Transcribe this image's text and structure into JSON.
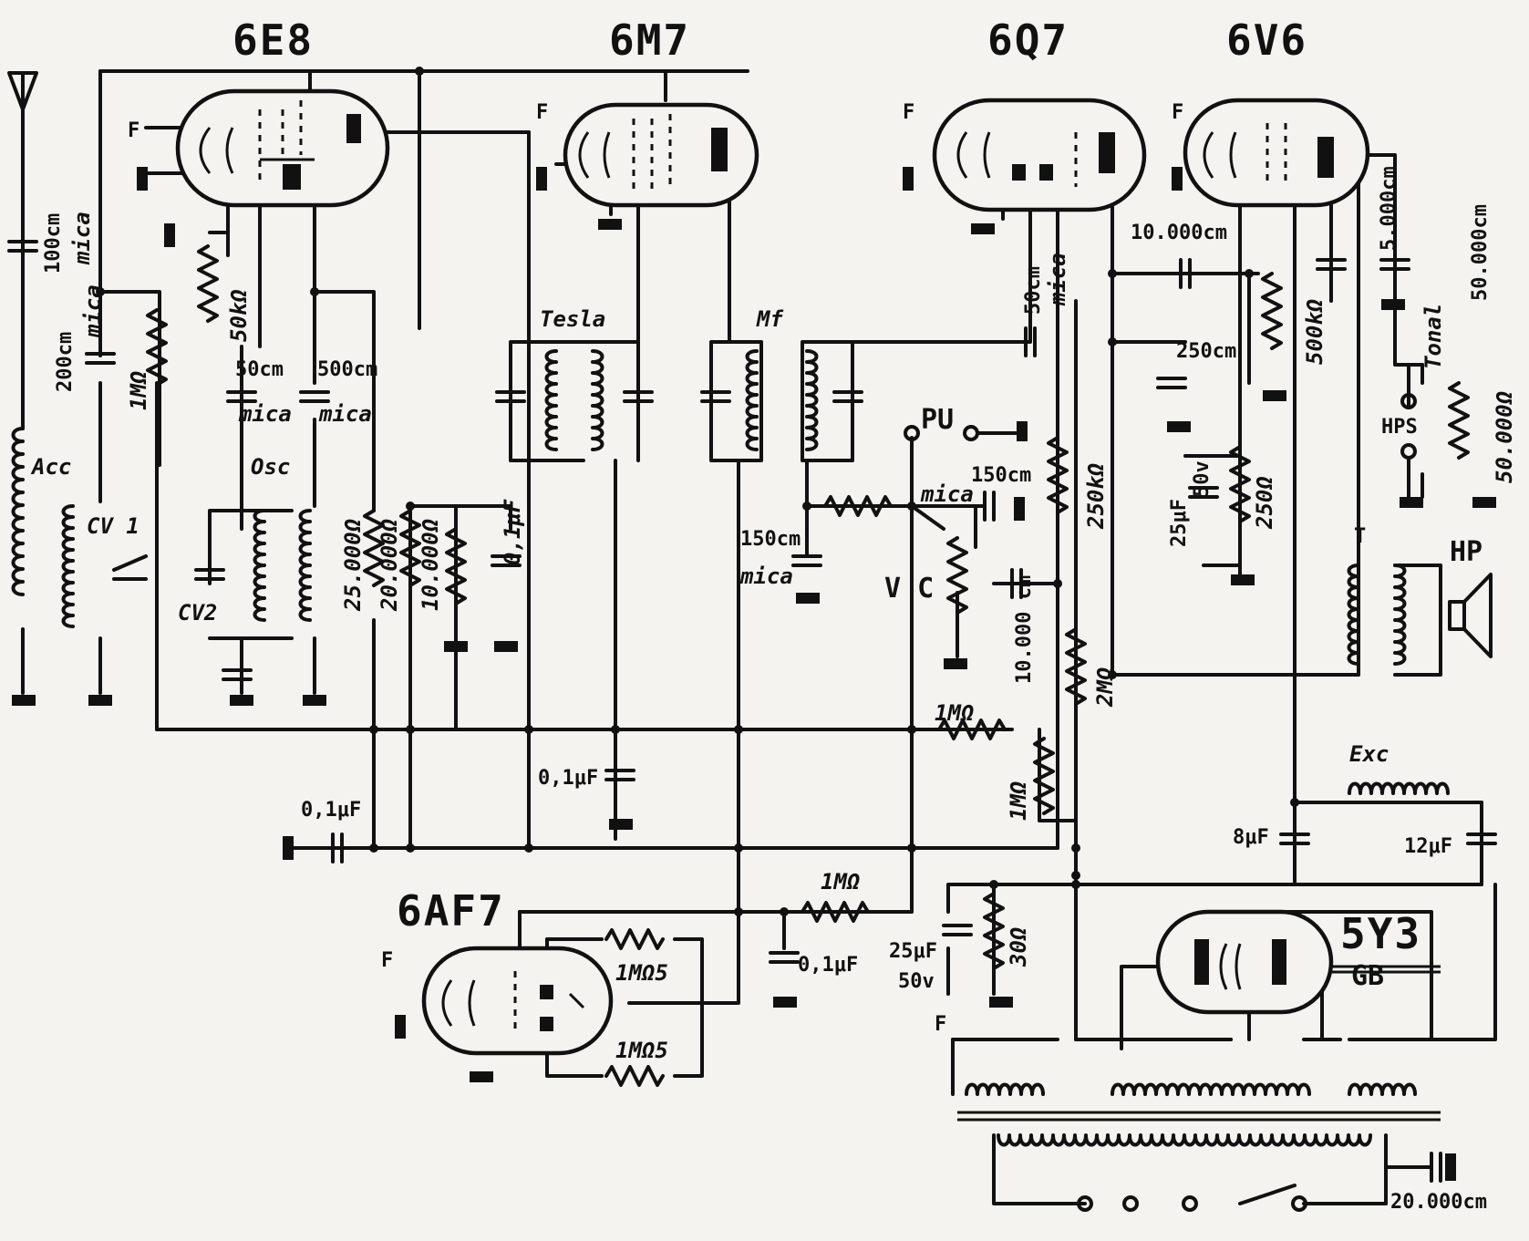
{
  "tubes": {
    "t1": "6E8",
    "t2": "6M7",
    "t3": "6Q7",
    "t4": "6V6",
    "t5": "6AF7",
    "t6": "5Y3",
    "t6b": "GB"
  },
  "labels": {
    "f": "F",
    "acc": "Acc",
    "cv1": "CV 1",
    "osc": "Osc",
    "cv2": "CV2",
    "tesla": "Tesla",
    "mf": "Mf",
    "pu": "PU",
    "vc": "V C",
    "hps": "HPS",
    "tonal": "Tonal",
    "t": "T",
    "hp": "HP",
    "exc": "Exc"
  },
  "values": {
    "c100": "100cm",
    "mica": "mica",
    "c200": "200cm",
    "r1m": "1MΩ",
    "r50k": "50kΩ",
    "c50": "50cm",
    "c500": "500cm",
    "r25k": "25.000Ω",
    "r20k": "20.000Ω",
    "r10k": "10.000Ω",
    "c01": "0,1μF",
    "c50b": "50cm",
    "c10000a": "10.000cm",
    "c250": "250cm",
    "r500k": "500kΩ",
    "c5000": "5.000cm",
    "c50000": "50.000cm",
    "c150a": "150cm",
    "c150b": "150cm",
    "r250k": "250kΩ",
    "c25": "25μF",
    "v50": "50v",
    "r250": "250Ω",
    "c10000b": "10.000 cm",
    "r2m": "2MΩ",
    "r1mb": "1MΩ",
    "r1mc": "1MΩ",
    "tonal50k": "50.000Ω",
    "c8": "8μF",
    "c12": "12μF",
    "r1md": "1MΩ",
    "r1m5a": "1MΩ5",
    "r1m5b": "1MΩ5",
    "c25b": "25μF",
    "v50b": "50v",
    "r30": "30Ω",
    "c20000": "20.000cm"
  }
}
